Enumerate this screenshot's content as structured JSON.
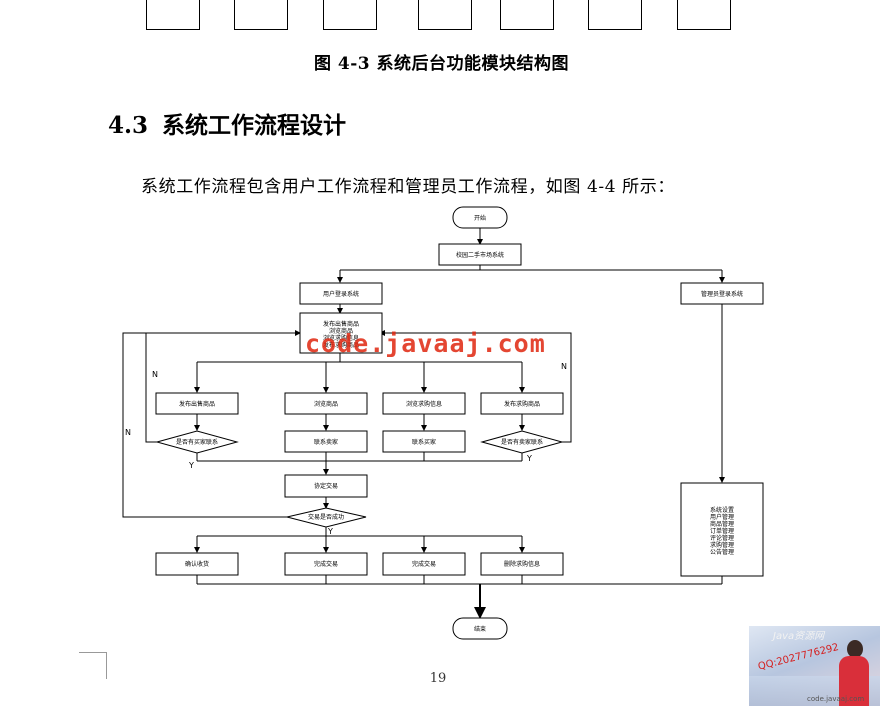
{
  "figure_caption_top": "图 4-3 系统后台功能模块结构图",
  "section": {
    "number": "4.3",
    "title": "系统工作流程设计"
  },
  "paragraph": "系统工作流程包含用户工作流程和管理员工作流程，如图 4-4 所示：",
  "flowchart": {
    "start": "开始",
    "login": "校园二手市场系统",
    "user_login": "用户登录系统",
    "user_menu": "发布出售商品\n浏览商品\n浏览求购信息\n发布求购商品",
    "publish_sale": "发布出售商品",
    "browse_goods": "浏览商品",
    "browse_wanted": "浏览求购信息",
    "publish_wanted": "发布求购商品",
    "decision_left": "是否有买家联系",
    "decision_right": "是否有卖家联系",
    "contact_seller": "联系卖家",
    "contact_buyer": "联系买家",
    "agree_deal": "协定交易",
    "decision_deal": "交易是否成功",
    "confirm_receipt": "确认收货",
    "complete_1": "完成交易",
    "complete_2": "完成交易",
    "delete_wanted": "删除求购信息",
    "admin_login": "管理员登录系统",
    "admin_menu": "系统设置\n用户管理\n商品管理\n订单管理\n评论管理\n求购管理\n公告管理",
    "end": "结束",
    "label_n": "N",
    "label_y": "Y"
  },
  "watermark": "code.javaaj.com",
  "page_number": "19",
  "badge": {
    "title": "Java资源网",
    "qq": "QQ:2027776292",
    "url": "code.javaaj.com"
  }
}
